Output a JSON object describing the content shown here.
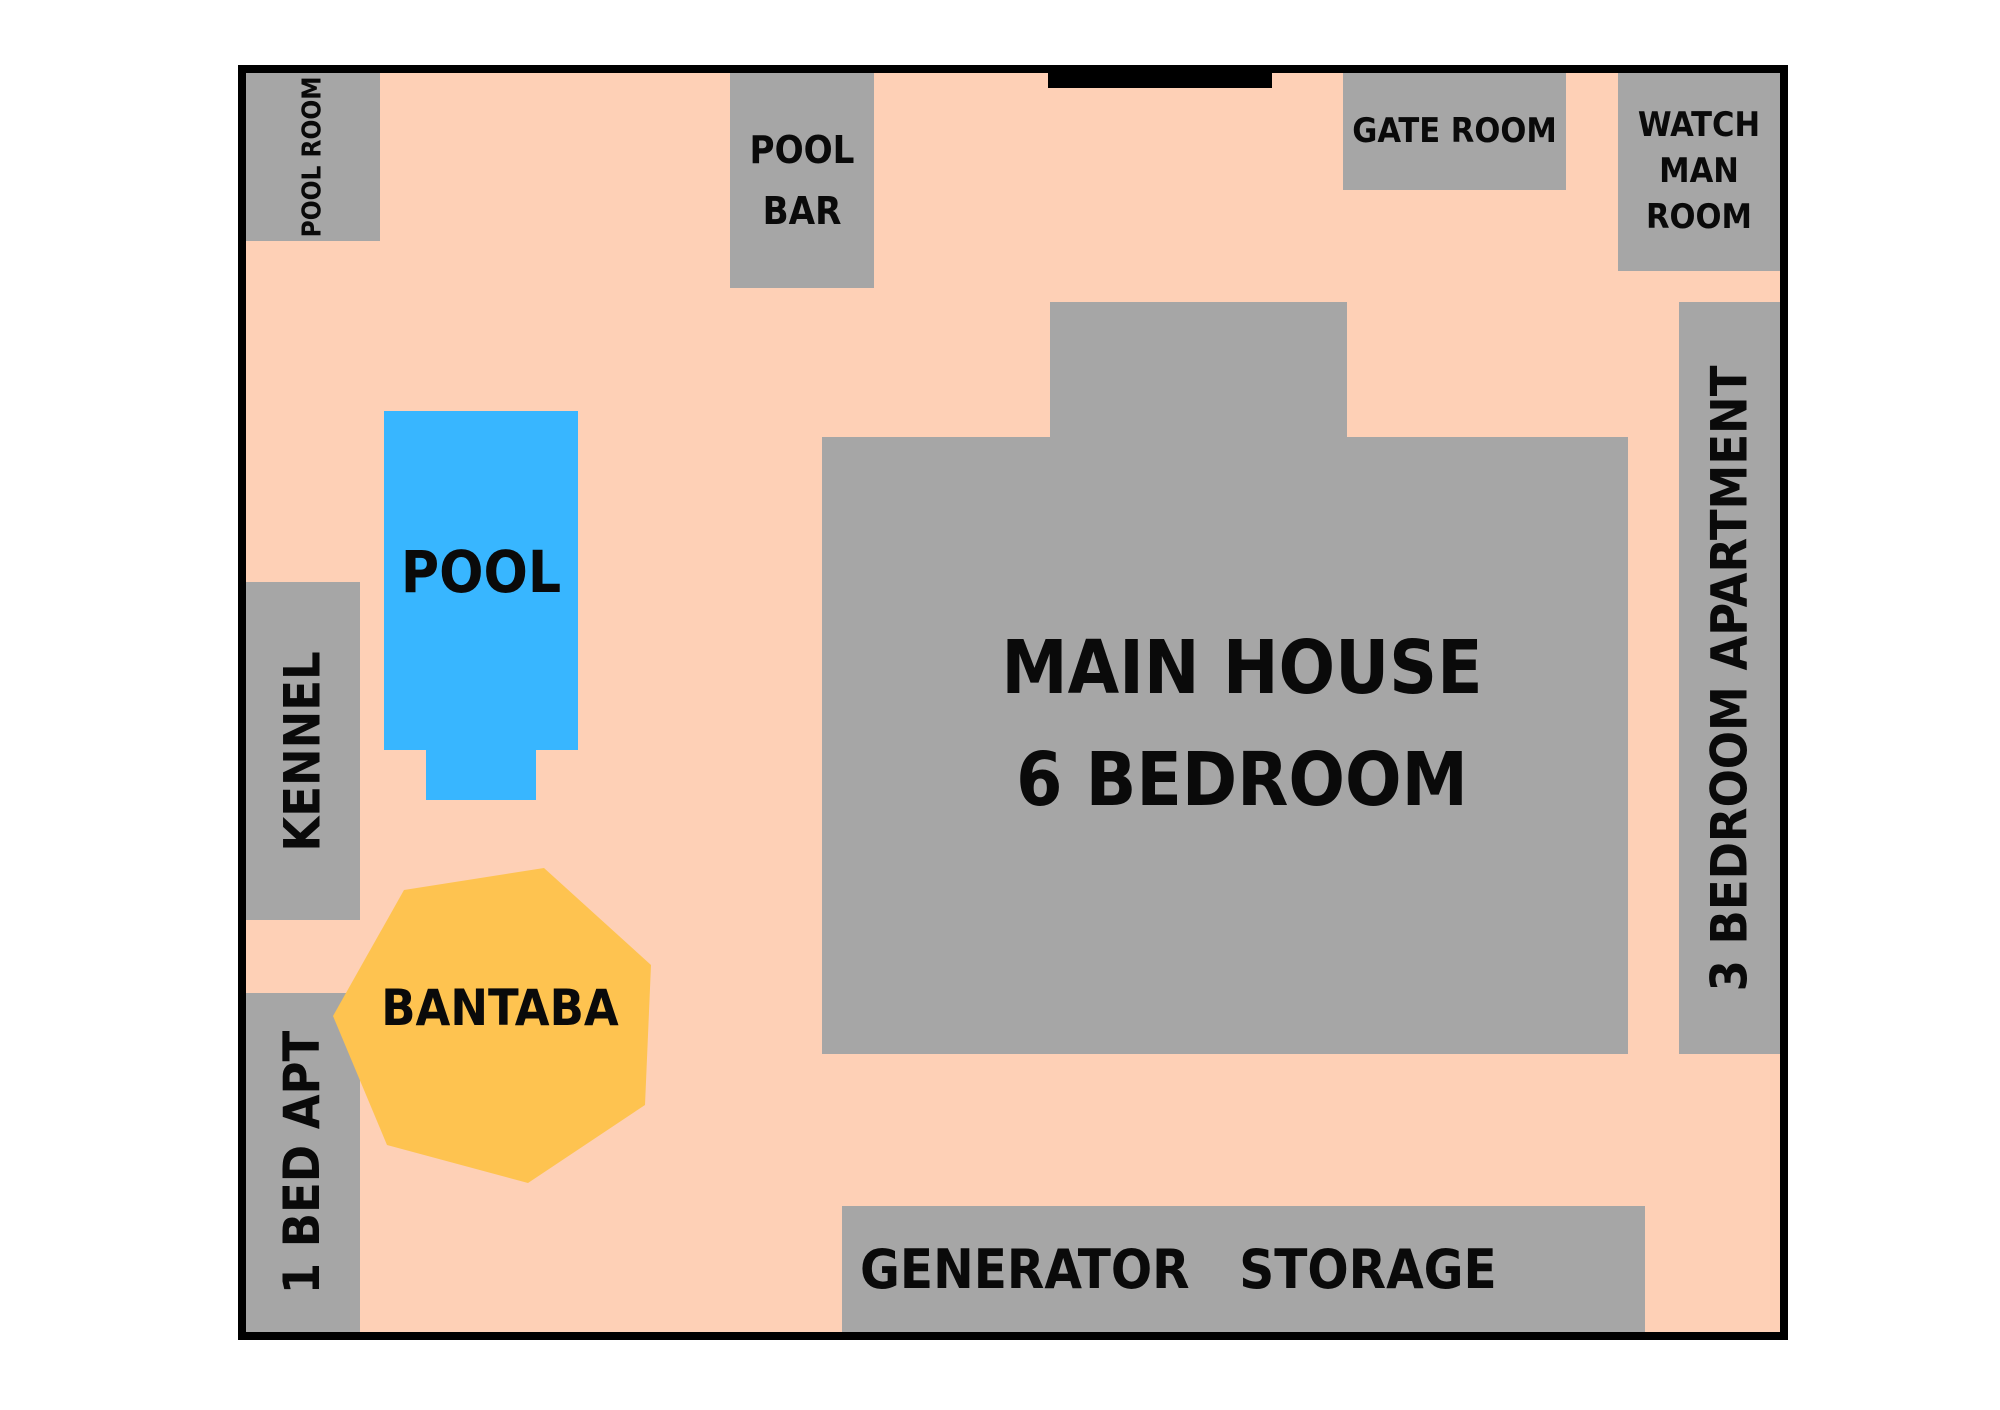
{
  "diagram": {
    "colors": {
      "ground": "#fed0b6",
      "building": "#a6a6a6",
      "pool": "#38b6ff",
      "bantaba": "#fec350",
      "wall": "#000000"
    },
    "labels": {
      "pool_room": "POOL ROOM",
      "pool_bar_line1": "POOL",
      "pool_bar_line2": "BAR",
      "gate_room": "GATE ROOM",
      "watchman_line1": "WATCH",
      "watchman_line2": "MAN",
      "watchman_line3": "ROOM",
      "pool": "POOL",
      "kennel": "KENNEL",
      "bantaba": "BANTABA",
      "one_bed_apt": "1 BED APT",
      "main_house_line1": "MAIN HOUSE",
      "main_house_line2": "6 BEDROOM",
      "three_bedroom_apartment": "3 BEDROOM APARTMENT",
      "generator": "GENERATOR",
      "storage": "STORAGE"
    }
  }
}
